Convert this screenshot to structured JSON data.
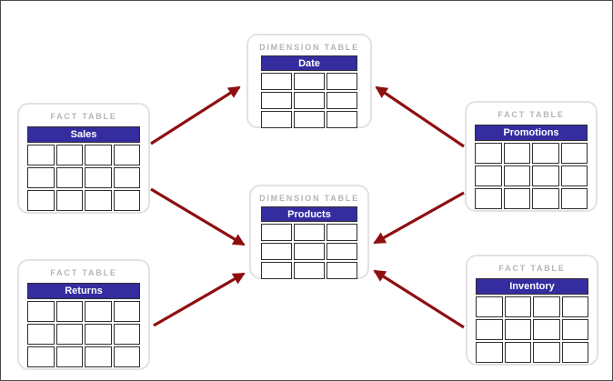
{
  "colors": {
    "header_bg": "#352ca0",
    "arrow": "#8e0e10",
    "card_border": "#e2e2e2",
    "cell_border": "#2f2f2f",
    "label_text": "#b5b5b5",
    "outer_border": "#4d4d4d"
  },
  "nodes": {
    "date": {
      "category": "DIMENSION TABLE",
      "title": "Date",
      "columns": 3,
      "rows": 3
    },
    "products": {
      "category": "DIMENSION TABLE",
      "title": "Products",
      "columns": 3,
      "rows": 3
    },
    "sales": {
      "category": "FACT TABLE",
      "title": "Sales",
      "columns": 4,
      "rows": 3
    },
    "returns": {
      "category": "FACT TABLE",
      "title": "Returns",
      "columns": 4,
      "rows": 3
    },
    "promotions": {
      "category": "FACT TABLE",
      "title": "Promotions",
      "columns": 4,
      "rows": 3
    },
    "inventory": {
      "category": "FACT TABLE",
      "title": "Inventory",
      "columns": 4,
      "rows": 3
    }
  },
  "edges": [
    {
      "from": "Sales",
      "to": "Date"
    },
    {
      "from": "Sales",
      "to": "Products"
    },
    {
      "from": "Returns",
      "to": "Products"
    },
    {
      "from": "Promotions",
      "to": "Date"
    },
    {
      "from": "Promotions",
      "to": "Products"
    },
    {
      "from": "Inventory",
      "to": "Products"
    }
  ]
}
